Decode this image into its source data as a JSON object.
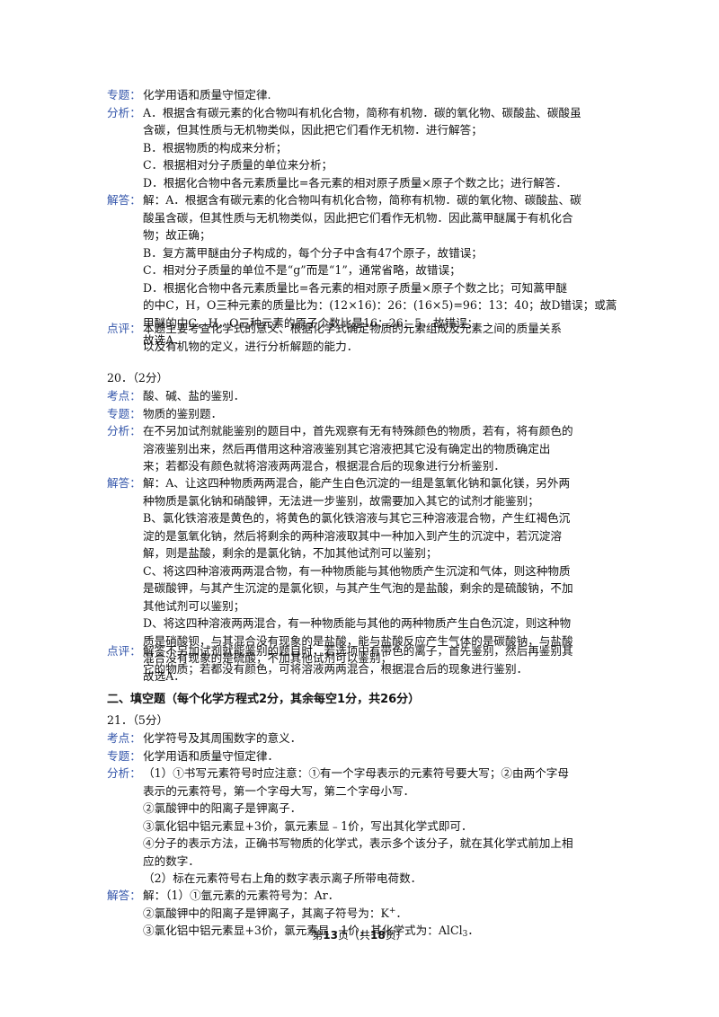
{
  "q19": {
    "topic_label": "专题：",
    "topic": "化学用语和质量守恒定律.",
    "analysis_label": "分析：",
    "analysis": [
      "A．根据含有碳元素的化合物叫有机化合物，简称有机物．碳的氧化物、碳酸盐、碳酸虽",
      "含碳，但其性质与无机物类似，因此把它们看作无机物．进行解答；",
      "B．根据物质的构成来分析；",
      "C．根据相对分子质量的单位来分析；",
      "D．根据化合物中各元素质量比=各元素的相对原子质量×原子个数之比；进行解答．"
    ],
    "solution_label": "解答：",
    "solution": [
      "解：A．根据含有碳元素的化合物叫有机化合物，简称有机物．碳的氧化物、碳酸盐、碳",
      "酸虽含碳，但其性质与无机物类似，因此把它们看作无机物．因此蒿甲醚属于有机化合",
      "物；故正确；",
      "B．复方蒿甲醚由分子构成的，每个分子中含有47个原子，故错误；",
      "C．相对分子质量的单位不是“g”而是“1”，通常省略，故错误；",
      "D．根据化合物中各元素质量比=各元素的相对原子质量×原子个数之比；可知蒿甲醚",
      "的中C，H，O三种元素的质量比为：(12×16)：26：(16×5)=96：13：40；故D错误；或蒿",
      "甲醚的中C，H，O三种元素的原子个数比是16：26：5，故错误；",
      "故选A．"
    ],
    "comment_label": "点评：",
    "comment": [
      "本题主要考查化学式的意义、根据化学式确定物质的元素组成及元素之间的质量关系",
      "以及有机物的定义，进行分析解题的能力．"
    ]
  },
  "q20": {
    "header": "20．（2分）",
    "kaodian_label": "考点：",
    "kaodian": "酸、碱、盐的鉴别．",
    "topic_label": "专题：",
    "topic": "物质的鉴别题．",
    "analysis_label": "分析：",
    "analysis": [
      "在不另加试剂就能鉴别的题目中，首先观察有无有特殊颜色的物质，若有，将有颜色的",
      "溶液鉴别出来，然后再借用这种溶液鉴别其它溶液把其它没有确定出的物质确定出",
      "来；若都没有颜色就将溶液两两混合，根据混合后的现象进行分析鉴别．"
    ],
    "solution_label": "解答：",
    "solution": [
      "解：A、让这四种物质两两混合，能产生白色沉淀的一组是氢氧化钠和氯化镁，另外两",
      "种物质是氯化钠和硝酸钾，无法进一步鉴别，故需要加入其它的试剂才能鉴别；",
      "B、氯化铁溶液是黄色的，将黄色的氯化铁溶液与其它三种溶液混合物，产生红褐色沉",
      "淀的是氢氧化钠，然后将剩余的两种溶液取其中一种加入到产生的沉淀中，若沉淀溶",
      "解，则是盐酸，剩余的是氯化钠，不加其他试剂可以鉴别；",
      "C、将这四种溶液两两混合物，有一种物质能与其他物质产生沉淀和气体，则这种物质",
      "是碳酸钾，与其产生沉淀的是氯化钡，与其产生气泡的是盐酸，剩余的是硫酸钠，不加",
      "其他试剂可以鉴别；",
      "D、将这四种溶液两两混合，有一种物质能与其他的两种物质产生白色沉淀，则这种物",
      "质是硝酸钡，与其混合没有现象的是盐酸，能与盐酸反应产生气体的是碳酸钠，与盐酸",
      "混合没有现象的是硫酸，不加其他试剂可以鉴别；",
      "故选A．"
    ],
    "comment_label": "点评：",
    "comment": [
      "解答不另加试剂就能鉴别的题目时，若选项中有带色的离子，首先鉴别，然后再鉴别其",
      "它的物质；若都没有颜色，可将溶液两两混合，根据混合后的现象进行鉴别．"
    ]
  },
  "section2": {
    "title": "二、填空题（每个化学方程式2分，其余每空1分，共26分）"
  },
  "q21": {
    "header": "21．（5分）",
    "kaodian_label": "考点：",
    "kaodian": "化学符号及其周围数字的意义．",
    "topic_label": "专题：",
    "topic": "化学用语和质量守恒定律．",
    "analysis_label": "分析：",
    "analysis": [
      "（1）①书写元素符号时应注意：①有一个字母表示的元素符号要大写；②由两个字母",
      "表示的元素符号，第一个字母大写，第二个字母小写．",
      "②氯酸钾中的阳离子是钾离子．",
      "③氯化铝中铝元素显+3价，氯元素显﹣1价，写出其化学式即可．",
      "④分子的表示方法，正确书写物质的化学式，表示多个该分子，就在其化学式前加上相",
      "应的数字．",
      "（2）标在元素符号右上角的数字表示离子所带电荷数．"
    ],
    "solution_label": "解答：",
    "solution": [
      "解：（1）①氩元素的元素符号为：Ar．"
    ],
    "sol_k_prefix": "②氯酸钾中的阳离子是钾离子，其离子符号为：K",
    "sol_k_sup": "+",
    "sol_k_suffix": "．",
    "sol_al_prefix": "③氯化铝中铝元素显+3价，氯元素显﹣1价，其化学式为：AlCl",
    "sol_al_sub": "3",
    "sol_al_suffix": "．"
  },
  "footer": {
    "prefix": "第",
    "page": "13",
    "middle": "页（共",
    "total": "18",
    "suffix": "页）"
  }
}
